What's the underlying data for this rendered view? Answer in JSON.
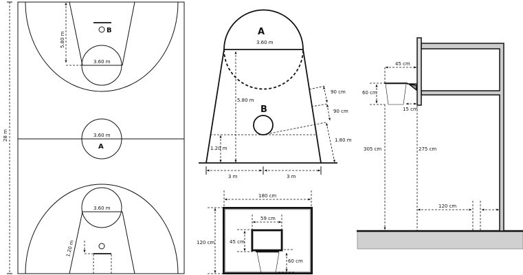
{
  "court": {
    "length_label": "28 m",
    "key_depth_label": "5.80 m",
    "top_circle_label": "3.60 m",
    "center_circle_label": "3.60 m",
    "bottom_circle_label": "3.60 m",
    "backboard_offset_label": "1.20 m",
    "center_marker": "A",
    "basket_marker": "B"
  },
  "key_detail": {
    "marker_a": "A",
    "circle_label": "3.60 m",
    "depth_label": "5.80 m",
    "marker_b": "B",
    "spacing_1": "90 cm",
    "spacing_2": "90 cm",
    "spacing_3": "1.80 m",
    "backboard_height_label": "1.20 m",
    "half_width_left": "3 m",
    "half_width_right": "3 m"
  },
  "backboard_front": {
    "width_label": "180 cm",
    "height_label": "120 cm",
    "target_width_label": "59 cm",
    "target_height_label": "45 cm",
    "net_label": "60 cm"
  },
  "side_view": {
    "rim_offset_label": "45 cm",
    "net_length_label": "60 cm",
    "bracket_label": "15 cm",
    "rim_height_label": "305 cm",
    "board_bottom_label": "275 cm",
    "pole_clearance_label": "120 cm"
  }
}
